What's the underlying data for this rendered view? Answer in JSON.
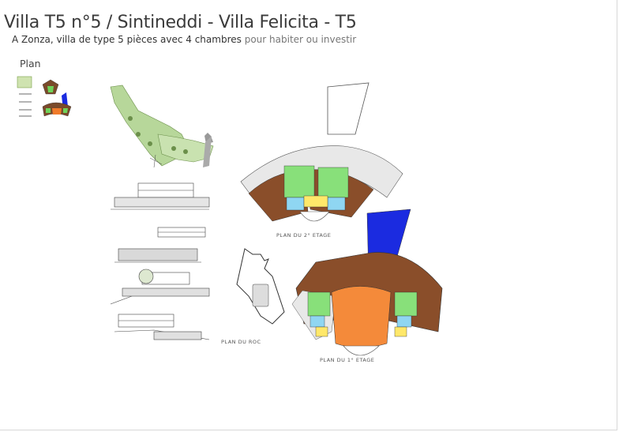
{
  "header": {
    "title": "Villa T5 n°5 / Sintineddi - Villa Felicita - T5",
    "subtitle_strong": "A Zonza, villa de type 5 pièces avec 4 chambres",
    "subtitle_soft": "pour habiter ou investir"
  },
  "section": {
    "label": "Plan"
  },
  "drawing": {
    "caption_top": "PLAN DU 2° ETAGE",
    "caption_roc": "PLAN DU ROC",
    "caption_first": "PLAN DU 1° ETAGE"
  }
}
